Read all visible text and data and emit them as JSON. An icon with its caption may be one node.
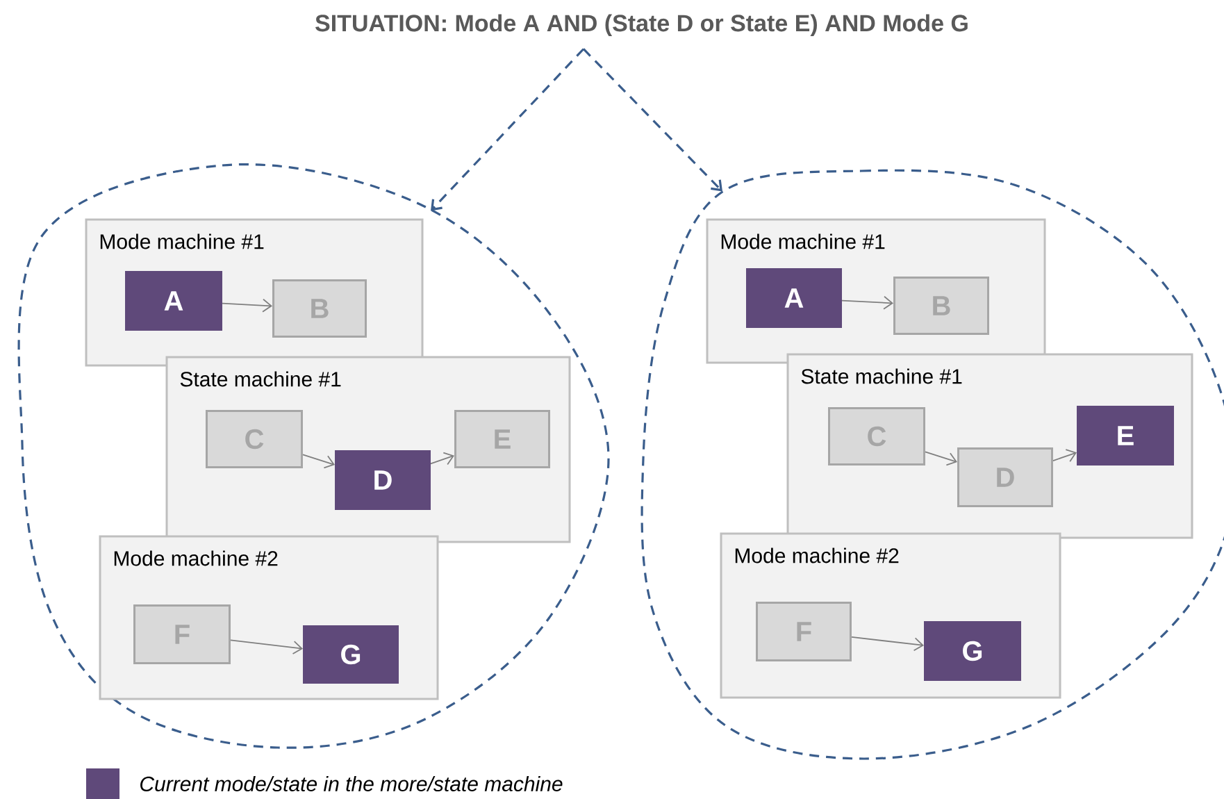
{
  "diagram": {
    "nodes": [
      {
        "text": [
          "SITUATION: Mode A AND (State D or State E) AND Mode G"
        ]
      },
      {
        "text": [],
        "shape": "circle"
      },
      {
        "text": [],
        "shape": "circle"
      },
      {
        "text": [
          "Mode machine #1"
        ],
        "in": 1
      },
      {
        "text": [
          "A"
        ],
        "in": 3
      },
      {
        "text": [
          "B"
        ],
        "in": 3
      },
      {
        "text": [
          "State machine #1"
        ],
        "in": 1
      },
      {
        "text": [
          "C"
        ],
        "in": 6
      },
      {
        "text": [
          "D"
        ],
        "in": 6
      },
      {
        "text": [
          "E"
        ],
        "in": 6
      },
      {
        "text": [
          "Mode machine #2"
        ],
        "in": 1
      },
      {
        "text": [
          "F"
        ],
        "in": 10
      },
      {
        "text": [
          "G"
        ],
        "in": 10
      },
      {
        "text": [
          "Mode machine #1"
        ],
        "in": 2
      },
      {
        "text": [
          "A"
        ],
        "in": 13
      },
      {
        "text": [
          "B"
        ],
        "in": 13
      },
      {
        "text": [
          "State machine #1"
        ],
        "in": 2
      },
      {
        "text": [
          "C"
        ],
        "in": 16
      },
      {
        "text": [
          "D"
        ],
        "in": 16
      },
      {
        "text": [
          "E"
        ],
        "in": 16
      },
      {
        "text": [
          "Mode machine #2"
        ],
        "in": 2
      },
      {
        "text": [
          "F"
        ],
        "in": 20
      },
      {
        "text": [
          "G"
        ],
        "in": 20
      }
    ],
    "edges": [
      {
        "from": 0,
        "to": 1,
        "arrow": "to",
        "style": "dashed",
        "color": "#3a5d8c"
      },
      {
        "from": 0,
        "to": 2,
        "arrow": "to",
        "style": "dashed",
        "color": "#3a5d8c"
      },
      {
        "from": 4,
        "to": 5,
        "arrow": "to"
      },
      {
        "from": 7,
        "to": 8,
        "arrow": "to"
      },
      {
        "from": 8,
        "to": 9,
        "arrow": "to"
      },
      {
        "from": 11,
        "to": 12,
        "arrow": "to"
      },
      {
        "from": 14,
        "to": 15,
        "arrow": "to"
      },
      {
        "from": 17,
        "to": 18,
        "arrow": "to"
      },
      {
        "from": 18,
        "to": 19,
        "arrow": "to"
      },
      {
        "from": 21,
        "to": 22,
        "arrow": "to"
      }
    ],
    "legend": [
      {
        "text": "Current mode/state in the more/state machine",
        "color": "#5f497a"
      }
    ]
  }
}
